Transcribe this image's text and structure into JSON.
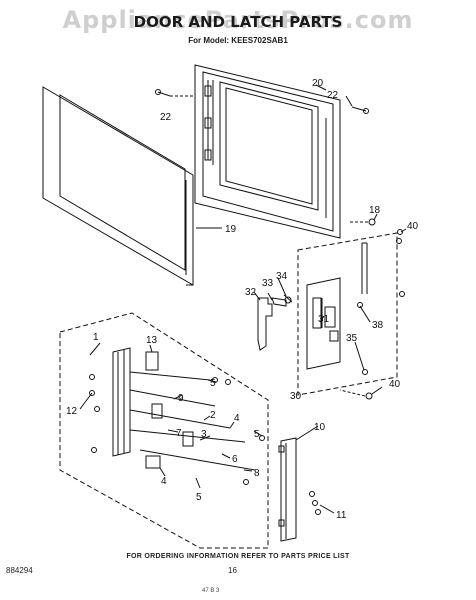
{
  "watermark": "AppliancePartsPros.com",
  "title": "DOOR AND LATCH PARTS",
  "model": "For Model: KEES702SAB1",
  "callouts": {
    "c20": "20",
    "c22a": "22",
    "c22b": "22",
    "c19": "19",
    "c18": "18",
    "c40a": "40",
    "c33": "33",
    "c34": "34",
    "c32": "32",
    "c31": "31",
    "c38": "38",
    "c35": "35",
    "c30": "30",
    "c40b": "40",
    "c1": "1",
    "c13": "13",
    "c5a": "5",
    "c12": "12",
    "c9": "9",
    "c2": "2",
    "c4a": "4",
    "c7": "7",
    "c3": "3",
    "c5b": "5",
    "c6": "6",
    "c8": "8",
    "c4b": "4",
    "c5c": "5",
    "c10": "10",
    "c11": "11"
  },
  "footer": "FOR ORDERING INFORMATION REFER TO PARTS PRICE LIST",
  "drawing_number": "884294",
  "page_number": "16",
  "page_mark": "47  B  3"
}
